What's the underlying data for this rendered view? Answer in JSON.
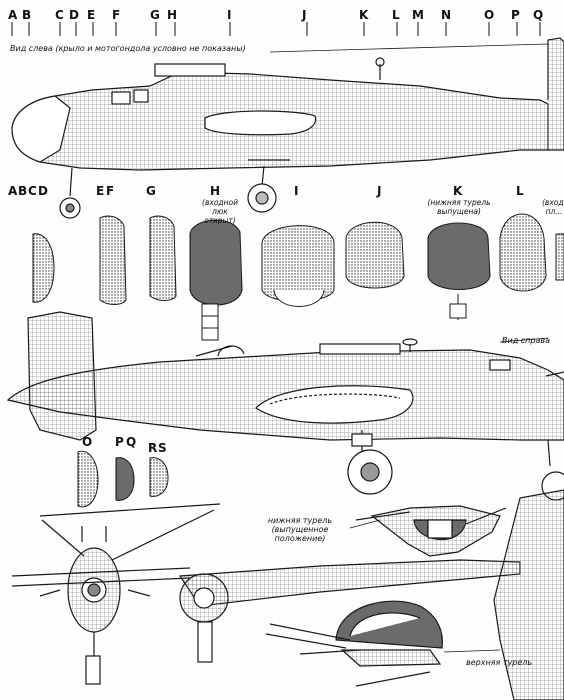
{
  "station_letters_top": [
    "A",
    "B",
    "C",
    "D",
    "E",
    "F",
    "G",
    "H",
    "I",
    "J",
    "K",
    "L",
    "M",
    "N",
    "O",
    "P",
    "Q"
  ],
  "section_labels_row": [
    "A",
    "B",
    "C",
    "D",
    "E",
    "F",
    "G",
    "H",
    "I",
    "J",
    "K",
    "L"
  ],
  "section_labels_lower": [
    "O",
    "P",
    "Q",
    "R",
    "S"
  ],
  "captions": {
    "left_view": "Вид слева (крыло и мотогондола условно не показаны)",
    "right_view": "Вид справа",
    "entry_hatch": "(входной люк открыт)",
    "lower_turret_section": "(нижняя турель выпущена)",
    "edge_cut": "(вход... пл...",
    "lower_turret_detail": "нижняя турель (выпущенное положение)",
    "upper_turret_detail": "верхняя турель"
  },
  "colors": {
    "ink": "#1a1a1a",
    "paper": "#fdfdfc",
    "hatch": "#555555"
  }
}
